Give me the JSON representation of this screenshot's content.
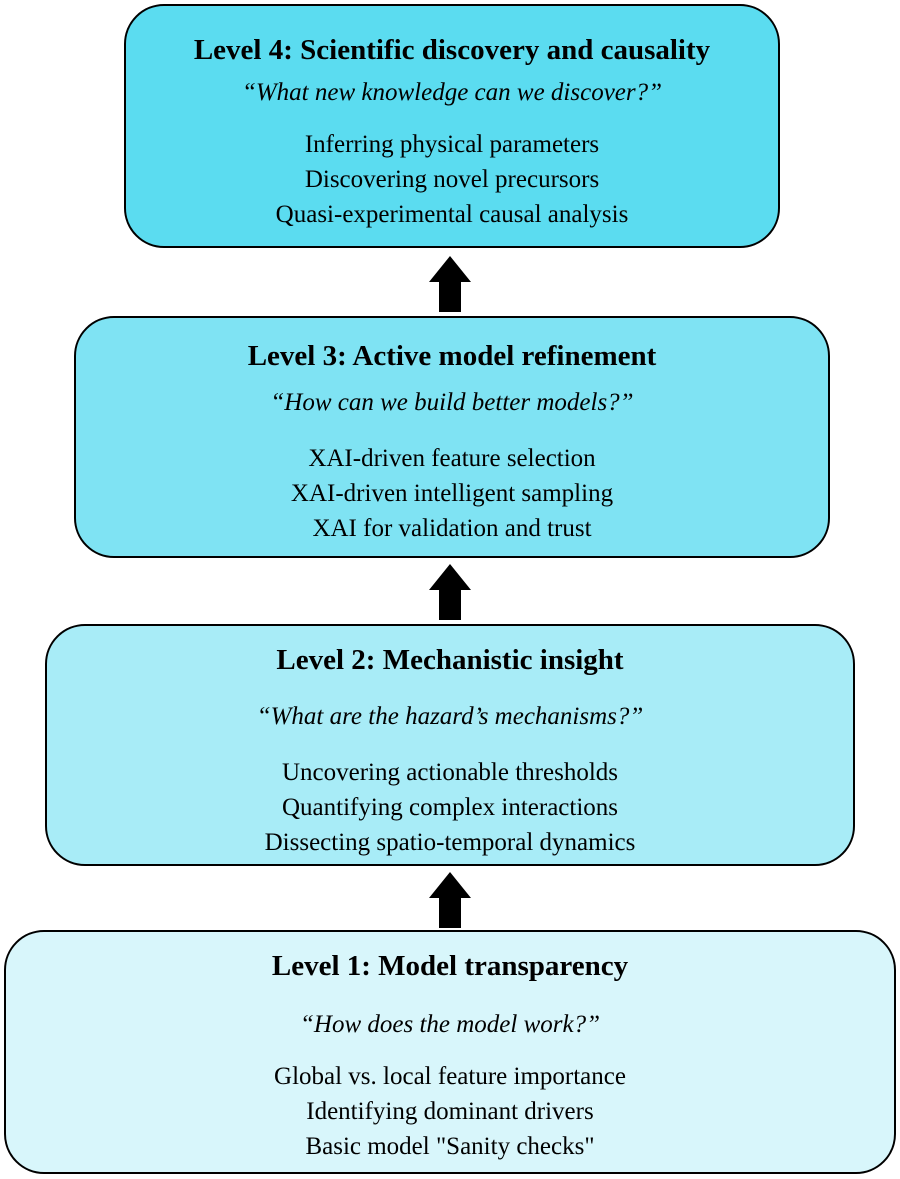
{
  "colors": {
    "level_4_fill": "#5bdcf0",
    "level_3_fill": "#7fe3f3",
    "level_2_fill": "#a8ecf7",
    "level_1_fill": "#d8f6fb",
    "border": "#000000",
    "arrow": "#000000"
  },
  "levels": [
    {
      "id": "level-4",
      "title": "Level 4: Scientific discovery and causality",
      "question": "“What new knowledge can we discover?”",
      "items": [
        "Inferring physical parameters",
        "Discovering novel precursors",
        "Quasi-experimental causal analysis"
      ]
    },
    {
      "id": "level-3",
      "title": "Level 3: Active model refinement",
      "question": "“How can we build better models?”",
      "items": [
        "XAI-driven feature selection",
        "XAI-driven intelligent sampling",
        "XAI for validation and trust"
      ]
    },
    {
      "id": "level-2",
      "title": "Level 2: Mechanistic insight",
      "question": "“What are the hazard’s mechanisms?”",
      "items": [
        "Uncovering actionable thresholds",
        "Quantifying complex interactions",
        "Dissecting spatio-temporal dynamics"
      ]
    },
    {
      "id": "level-1",
      "title": "Level 1: Model transparency",
      "question": "“How does the model work?”",
      "items": [
        "Global vs. local feature importance",
        "Identifying dominant drivers",
        "Basic model \"Sanity checks\""
      ]
    }
  ]
}
